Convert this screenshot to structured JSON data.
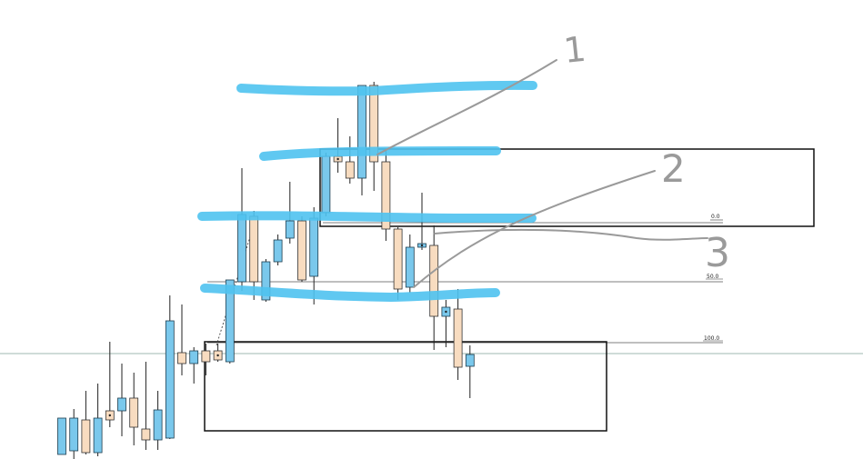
{
  "chart_data": {
    "type": "candlestick",
    "fib_levels": [
      {
        "label": "0.0"
      },
      {
        "label": "50.0"
      },
      {
        "label": "100.0"
      }
    ],
    "annotations": [
      "1",
      "2",
      "3"
    ],
    "candles": [
      {
        "o": 500,
        "h": 510,
        "l": 468,
        "c": 460,
        "dir": "down"
      },
      {
        "o": 460,
        "h": 450,
        "l": 530,
        "c": 496,
        "dir": "down"
      },
      {
        "o": 462,
        "h": 430,
        "l": 500,
        "c": 498,
        "dir": "up"
      },
      {
        "o": 498,
        "h": 422,
        "l": 502,
        "c": 460,
        "dir": "down"
      },
      {
        "o": 462,
        "h": 376,
        "l": 470,
        "c": 452,
        "dir": "up"
      },
      {
        "o": 452,
        "h": 400,
        "l": 480,
        "c": 438,
        "dir": "down"
      },
      {
        "o": 438,
        "h": 410,
        "l": 490,
        "c": 470,
        "dir": "up"
      },
      {
        "o": 472,
        "h": 398,
        "l": 495,
        "c": 484,
        "dir": "up"
      },
      {
        "o": 484,
        "h": 430,
        "l": 495,
        "c": 451,
        "dir": "down"
      },
      {
        "o": 482,
        "h": 325,
        "l": 483,
        "c": 353,
        "dir": "down"
      },
      {
        "o": 400,
        "h": 335,
        "l": 413,
        "c": 388,
        "dir": "up"
      },
      {
        "o": 386,
        "h": 382,
        "l": 422,
        "c": 400,
        "dir": "down"
      },
      {
        "o": 398,
        "h": 378,
        "l": 413,
        "c": 386,
        "dir": "up"
      },
      {
        "o": 386,
        "h": 378,
        "l": 398,
        "c": 396,
        "dir": "up"
      },
      {
        "o": 398,
        "h": 310,
        "l": 400,
        "c": 308,
        "dir": "down"
      },
      {
        "o": 310,
        "h": 185,
        "l": 320,
        "c": 236,
        "dir": "down"
      },
      {
        "o": 238,
        "h": 232,
        "l": 330,
        "c": 310,
        "dir": "up"
      },
      {
        "o": 330,
        "h": 285,
        "l": 332,
        "c": 288,
        "dir": "down"
      },
      {
        "o": 288,
        "h": 258,
        "l": 292,
        "c": 264,
        "dir": "down"
      },
      {
        "o": 262,
        "h": 200,
        "l": 268,
        "c": 243,
        "dir": "down"
      },
      {
        "o": 243,
        "h": 238,
        "l": 310,
        "c": 308,
        "dir": "up"
      },
      {
        "o": 304,
        "h": 228,
        "l": 335,
        "c": 240,
        "dir": "down"
      },
      {
        "o": 234,
        "h": 168,
        "l": 238,
        "c": 172,
        "dir": "down"
      },
      {
        "o": 172,
        "h": 130,
        "l": 190,
        "c": 178,
        "dir": "up"
      },
      {
        "o": 178,
        "h": 150,
        "l": 202,
        "c": 196,
        "dir": "up"
      },
      {
        "o": 196,
        "h": 160,
        "l": 215,
        "c": 94,
        "dir": "down"
      },
      {
        "o": 94,
        "h": 90,
        "l": 210,
        "c": 178,
        "dir": "up"
      },
      {
        "o": 178,
        "h": 165,
        "l": 265,
        "c": 252,
        "dir": "up"
      },
      {
        "o": 252,
        "h": 250,
        "l": 330,
        "c": 318,
        "dir": "up"
      },
      {
        "o": 316,
        "h": 258,
        "l": 322,
        "c": 272,
        "dir": "down"
      },
      {
        "o": 272,
        "h": 212,
        "l": 275,
        "c": 268,
        "dir": "down"
      },
      {
        "o": 270,
        "h": 248,
        "l": 385,
        "c": 348,
        "dir": "up"
      },
      {
        "o": 348,
        "h": 330,
        "l": 382,
        "c": 338,
        "dir": "down"
      },
      {
        "o": 340,
        "h": 318,
        "l": 418,
        "c": 404,
        "dir": "up"
      },
      {
        "o": 403,
        "h": 380,
        "l": 438,
        "c": 390,
        "dir": "down"
      }
    ]
  }
}
